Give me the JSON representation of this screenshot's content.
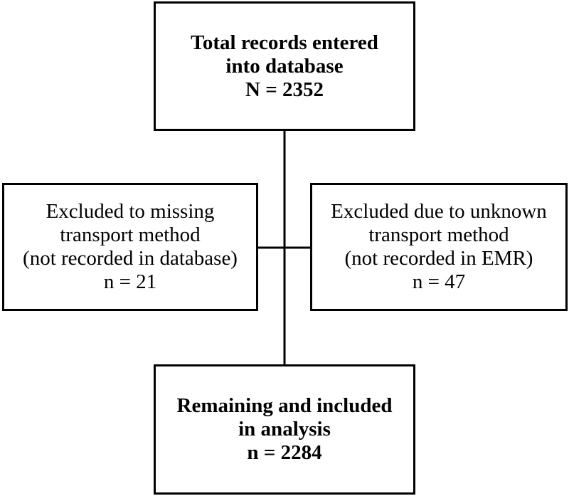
{
  "diagram": {
    "top_box": {
      "line1": "Total records entered",
      "line2": "into database",
      "line3": "N = 2352"
    },
    "left_box": {
      "line1": "Excluded to missing",
      "line2": "transport method",
      "line3": "(not recorded in database)",
      "line4": "n = 21"
    },
    "right_box": {
      "line1": "Excluded due to unknown",
      "line2": "transport method",
      "line3": "(not recorded in EMR)",
      "line4": "n = 47"
    },
    "bottom_box": {
      "line1": "Remaining and included",
      "line2": "in analysis",
      "line3": "n = 2284"
    }
  }
}
